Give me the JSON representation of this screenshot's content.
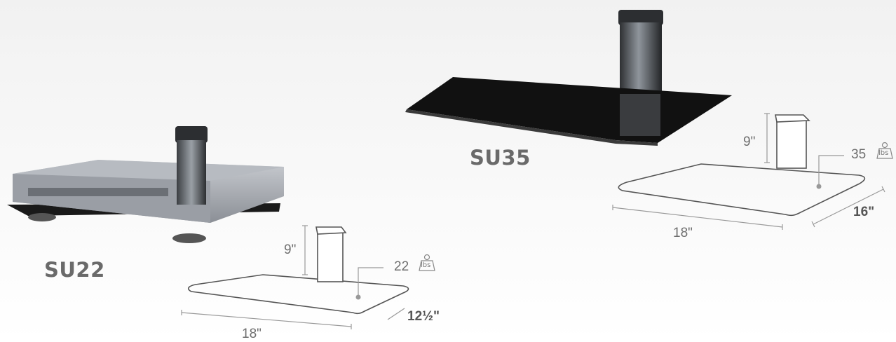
{
  "products": [
    {
      "model": "SU22",
      "height": "9\"",
      "capacity": "22",
      "unit": "lbs",
      "width": "18\"",
      "depth": "12½\""
    },
    {
      "model": "SU35",
      "height": "9\"",
      "capacity": "35",
      "unit": "lbs",
      "width": "18\"",
      "depth": "16\""
    }
  ],
  "colors": {
    "model_text": "#6a6a6a",
    "dim_text": "#6e6e6e",
    "line": "#999999",
    "glass": "#111111",
    "dvd_silver": "#a9adb3"
  },
  "icons": [
    "weight-icon",
    "shelf-drawing",
    "dvd-player-photo",
    "glass-shelf-photo"
  ]
}
